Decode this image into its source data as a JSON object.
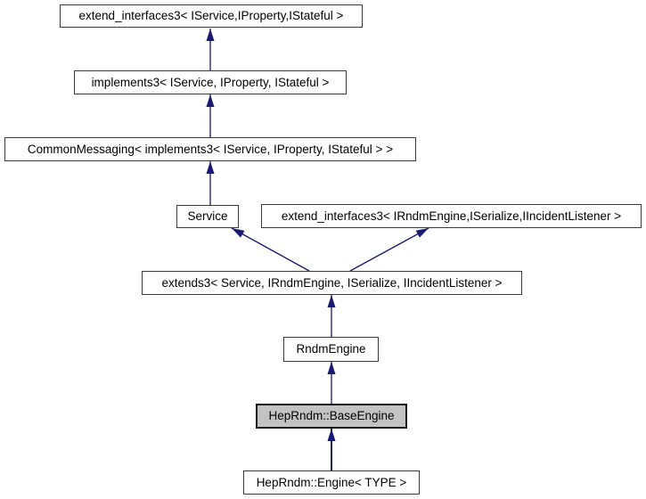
{
  "diagram": {
    "type": "class-inheritance",
    "description": "Inheritance graph for HepRndm::BaseEngine",
    "nodes": [
      {
        "id": "extend_interfaces3_service",
        "label": "extend_interfaces3< IService,IProperty,IStateful >",
        "highlighted": false
      },
      {
        "id": "implements3",
        "label": "implements3< IService, IProperty, IStateful >",
        "highlighted": false
      },
      {
        "id": "common_messaging",
        "label": "CommonMessaging< implements3< IService, IProperty, IStateful > >",
        "highlighted": false
      },
      {
        "id": "service",
        "label": "Service",
        "highlighted": false
      },
      {
        "id": "extend_interfaces3_rndm",
        "label": "extend_interfaces3< IRndmEngine,ISerialize,IIncidentListener >",
        "highlighted": false
      },
      {
        "id": "extends3",
        "label": "extends3< Service, IRndmEngine, ISerialize, IIncidentListener >",
        "highlighted": false
      },
      {
        "id": "rndm_engine",
        "label": "RndmEngine",
        "highlighted": false
      },
      {
        "id": "base_engine",
        "label": "HepRndm::BaseEngine",
        "highlighted": true
      },
      {
        "id": "engine_type",
        "label": "HepRndm::Engine< TYPE >",
        "highlighted": false
      }
    ],
    "edges": [
      {
        "child": "implements3",
        "parent": "extend_interfaces3_service"
      },
      {
        "child": "common_messaging",
        "parent": "implements3"
      },
      {
        "child": "service",
        "parent": "common_messaging"
      },
      {
        "child": "extends3",
        "parent": "service"
      },
      {
        "child": "extends3",
        "parent": "extend_interfaces3_rndm"
      },
      {
        "child": "rndm_engine",
        "parent": "extends3"
      },
      {
        "child": "base_engine",
        "parent": "rndm_engine"
      },
      {
        "child": "engine_type",
        "parent": "base_engine"
      }
    ],
    "colors": {
      "edge": "#191970",
      "node_fill": "#ffffff",
      "node_border": "#3a3a3a",
      "highlight_fill": "#c3c3c3",
      "highlight_border": "#141414",
      "background": "#ffffff",
      "text": "#000000"
    }
  }
}
